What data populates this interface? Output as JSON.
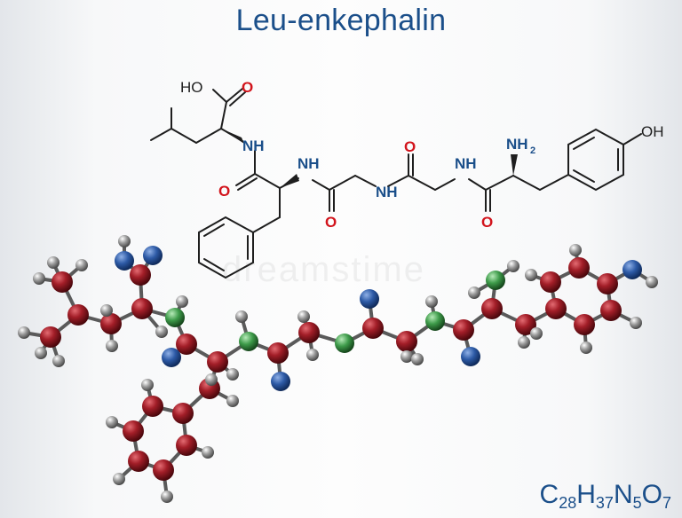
{
  "title": "Leu-enkephalin",
  "formula": {
    "c": "C",
    "c_n": "28",
    "h": "H",
    "h_n": "37",
    "n": "N",
    "n_n": "5",
    "o": "O",
    "o_n": "7"
  },
  "labels": {
    "ho": "HO",
    "o_acid": "O",
    "nh_leu": "NH",
    "o_phe": "O",
    "nh_phe": "NH",
    "o_gly2": "O",
    "nh_gly2": "NH",
    "o_gly1": "O",
    "nh_gly1": "NH",
    "o_tyr": "O",
    "nh2": "NH",
    "nh2_sub": "2",
    "oh": "OH"
  },
  "watermark": "dreamstime",
  "colors": {
    "title": "#1b4f8a",
    "oxygen_label": "#d2141c",
    "nitrogen_label": "#1b4f8a",
    "carbon_atom": "#a31e28",
    "hydrogen_atom": "#8c8c8c",
    "oxygen_atom": "#2d5aa6",
    "nitrogen_atom": "#3e9b4a",
    "bond": "#1e1e1e"
  }
}
